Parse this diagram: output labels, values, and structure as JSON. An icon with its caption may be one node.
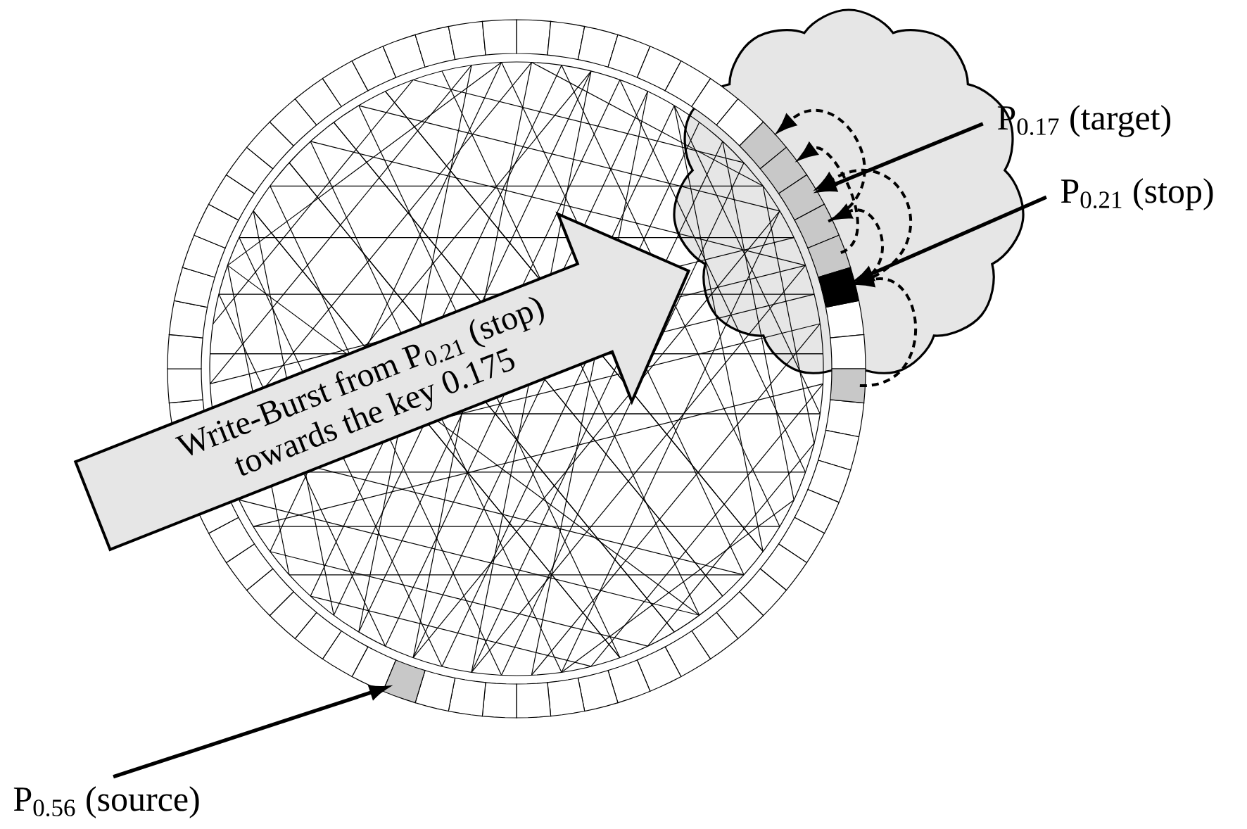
{
  "diagram": {
    "nodes": [
      {
        "text": [
          "P$_{0.17}$ (target)"
        ]
      },
      {
        "text": [
          "P$_{0.21}$ (stop)"
        ]
      },
      {
        "text": [],
        "shape": "box"
      },
      {
        "text": [],
        "shape": "box"
      },
      {
        "text": [],
        "shape": "box"
      },
      {
        "text": [],
        "shape": "box"
      },
      {
        "text": [],
        "shape": "box"
      },
      {
        "text": [],
        "shape": "box"
      },
      {
        "text": [],
        "shape": "box"
      },
      {
        "text": [
          "Write-Burst from P$_{0.21}$ (stop) towards the key 0.175"
        ]
      },
      {
        "text": [
          "P$_{0.56}$ (source)"
        ]
      },
      {
        "text": [],
        "shape": "box"
      }
    ],
    "edges": [
      {
        "from": 0,
        "to": 4,
        "arrow": "to"
      },
      {
        "from": 1,
        "to": 7,
        "arrow": "to"
      },
      {
        "from": 10,
        "to": 11,
        "arrow": "to"
      },
      {
        "from": 8,
        "to": 7,
        "arrow": "to",
        "style": "dashed"
      },
      {
        "from": 7,
        "to": 5,
        "arrow": "to",
        "style": "dashed"
      },
      {
        "from": 7,
        "to": 4,
        "arrow": "to",
        "style": "dashed"
      },
      {
        "from": 6,
        "to": 3,
        "arrow": "to",
        "style": "dashed"
      },
      {
        "from": 5,
        "to": 2,
        "arrow": "to",
        "style": "dashed"
      }
    ]
  }
}
